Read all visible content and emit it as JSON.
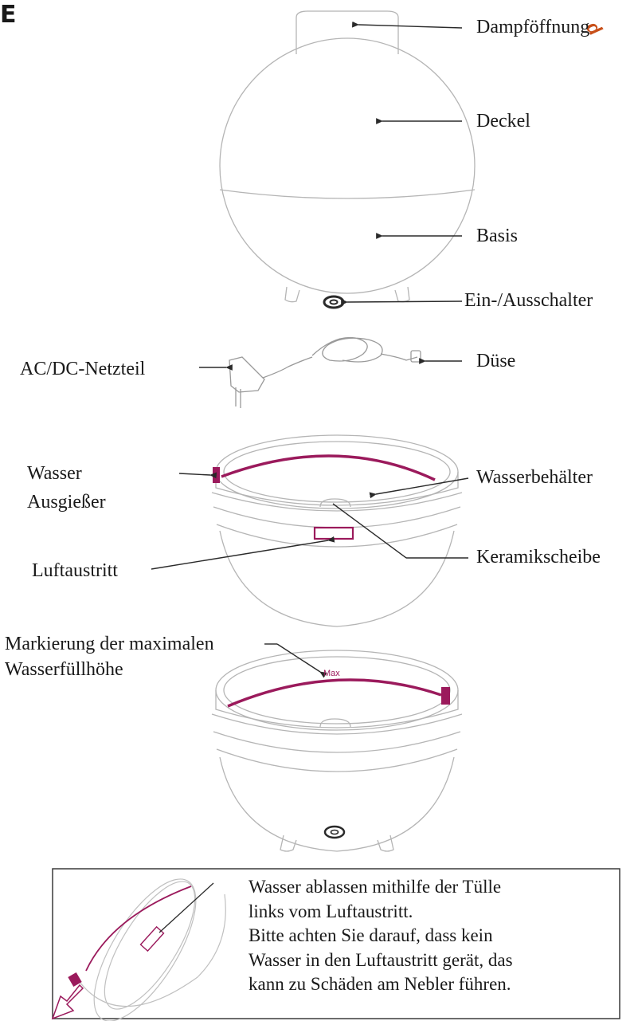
{
  "header": {
    "brand_letter": "E",
    "watermark": "d"
  },
  "labels": {
    "steam_outlet": "Dampföffnung",
    "lid": "Deckel",
    "base": "Basis",
    "power_switch": "Ein-/Ausschalter",
    "adapter": "AC/DC-Netzteil",
    "nozzle": "Düse",
    "water_spout_line1": "Wasser",
    "water_spout_line2": "Ausgießer",
    "water_tank": "Wasserbehälter",
    "air_outlet": "Luftaustritt",
    "ceramic_disc": "Keramikscheibe",
    "max_mark_line1": "Markierung der maximalen",
    "max_mark_line2": "Wasserfüllhöhe",
    "max_tag": "Max"
  },
  "note": {
    "lines": [
      "Wasser ablassen mithilfe der Tülle",
      "links vom Luftaustritt.",
      "Bitte achten Sie darauf, dass kein",
      "Wasser in den Luftaustritt gerät, das",
      "kann zu Schäden am Nebler führen."
    ]
  },
  "colors": {
    "accent": "#9b1a5c",
    "line": "#2a2a2a",
    "outline": "#b5b5b5"
  },
  "icons": [
    "power-icon",
    "arrow-down-left-icon"
  ]
}
